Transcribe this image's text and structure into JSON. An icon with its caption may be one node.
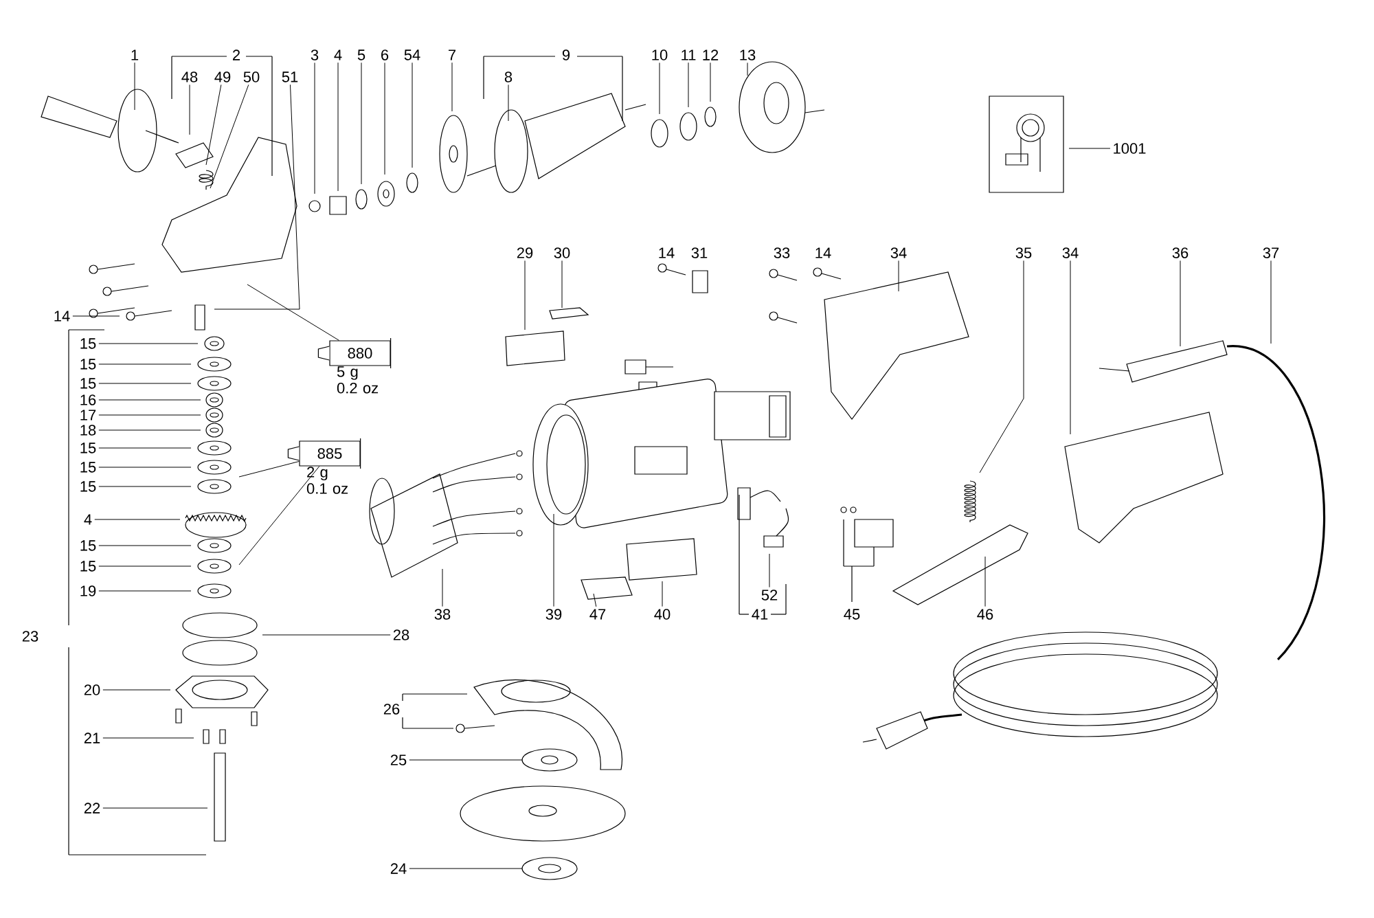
{
  "diagram": {
    "nodes": [
      {
        "text": [
          "1"
        ]
      },
      {
        "text": [
          "2"
        ]
      },
      {
        "text": [
          "3"
        ]
      },
      {
        "text": [
          "4"
        ]
      },
      {
        "text": [
          "5"
        ]
      },
      {
        "text": [
          "6"
        ]
      },
      {
        "text": [
          "54"
        ]
      },
      {
        "text": [
          "7"
        ]
      },
      {
        "text": [
          "9"
        ]
      },
      {
        "text": [
          "10"
        ]
      },
      {
        "text": [
          "11"
        ]
      },
      {
        "text": [
          "12"
        ]
      },
      {
        "text": [
          "13"
        ]
      },
      {
        "text": [
          "48"
        ]
      },
      {
        "text": [
          "49"
        ]
      },
      {
        "text": [
          "50"
        ]
      },
      {
        "text": [
          "51"
        ]
      },
      {
        "text": [
          "8"
        ]
      },
      {
        "text": [
          "1001"
        ]
      },
      {
        "text": [
          "29"
        ]
      },
      {
        "text": [
          "30"
        ]
      },
      {
        "text": [
          "14"
        ]
      },
      {
        "text": [
          "31"
        ]
      },
      {
        "text": [
          "33"
        ]
      },
      {
        "text": [
          "14"
        ]
      },
      {
        "text": [
          "34"
        ]
      },
      {
        "text": [
          "35"
        ]
      },
      {
        "text": [
          "34"
        ]
      },
      {
        "text": [
          "36"
        ]
      },
      {
        "text": [
          "37"
        ]
      },
      {
        "text": [
          "14"
        ]
      },
      {
        "text": [
          "880"
        ],
        "beside": [
          "5 g 0.2 oz"
        ]
      },
      {
        "text": [
          "15"
        ]
      },
      {
        "text": [
          "15"
        ]
      },
      {
        "text": [
          "15"
        ]
      },
      {
        "text": [
          "16"
        ]
      },
      {
        "text": [
          "17"
        ]
      },
      {
        "text": [
          "18"
        ]
      },
      {
        "text": [
          "15"
        ]
      },
      {
        "text": [
          "15"
        ]
      },
      {
        "text": [
          "15"
        ]
      },
      {
        "text": [
          "885"
        ],
        "beside": [
          "2 g 0.1 oz"
        ]
      },
      {
        "text": [
          "4"
        ]
      },
      {
        "text": [
          "15"
        ]
      },
      {
        "text": [
          "15"
        ]
      },
      {
        "text": [
          "19"
        ]
      },
      {
        "text": [
          "23"
        ]
      },
      {
        "text": [
          "28"
        ]
      },
      {
        "text": [
          "20"
        ]
      },
      {
        "text": [
          "21"
        ]
      },
      {
        "text": [
          "22"
        ]
      },
      {
        "text": [
          "38"
        ]
      },
      {
        "text": [
          "39"
        ]
      },
      {
        "text": [
          "47"
        ]
      },
      {
        "text": [
          "40"
        ]
      },
      {
        "text": [
          "52"
        ]
      },
      {
        "text": [
          "41"
        ]
      },
      {
        "text": [
          "45"
        ]
      },
      {
        "text": [
          "46"
        ]
      },
      {
        "text": [
          "26"
        ]
      },
      {
        "text": [
          "25"
        ]
      },
      {
        "text": [
          "24"
        ]
      }
    ],
    "edges": [
      {
        "from": 0,
        "to": null,
        "arrow": "none"
      },
      {
        "from": 2,
        "to": null,
        "arrow": "none"
      },
      {
        "from": 3,
        "to": null,
        "arrow": "none"
      },
      {
        "from": 4,
        "to": null,
        "arrow": "none"
      },
      {
        "from": 5,
        "to": null,
        "arrow": "none"
      },
      {
        "from": 6,
        "to": null,
        "arrow": "none"
      },
      {
        "from": 7,
        "to": null,
        "arrow": "none"
      },
      {
        "from": 9,
        "to": null,
        "arrow": "none"
      },
      {
        "from": 10,
        "to": null,
        "arrow": "none"
      },
      {
        "from": 11,
        "to": null,
        "arrow": "none"
      },
      {
        "from": 12,
        "to": null,
        "arrow": "none"
      },
      {
        "from": 13,
        "to": null,
        "arrow": "none"
      },
      {
        "from": 14,
        "to": null,
        "arrow": "none"
      },
      {
        "from": 15,
        "to": null,
        "arrow": "none"
      },
      {
        "from": 16,
        "to": null,
        "arrow": "none"
      },
      {
        "from": 17,
        "to": null,
        "arrow": "none"
      },
      {
        "from": 18,
        "to": null,
        "arrow": "none"
      },
      {
        "from": 19,
        "to": null,
        "arrow": "none"
      },
      {
        "from": 20,
        "to": null,
        "arrow": "none"
      },
      {
        "from": 25,
        "to": null,
        "arrow": "none"
      },
      {
        "from": 26,
        "to": null,
        "arrow": "none"
      },
      {
        "from": 27,
        "to": null,
        "arrow": "none"
      },
      {
        "from": 28,
        "to": null,
        "arrow": "none"
      },
      {
        "from": 29,
        "to": null,
        "arrow": "none"
      },
      {
        "from": 30,
        "to": null,
        "arrow": "none"
      },
      {
        "from": 31,
        "to": null,
        "arrow": "none"
      },
      {
        "from": 32,
        "to": null,
        "arrow": "none"
      },
      {
        "from": 33,
        "to": null,
        "arrow": "none"
      },
      {
        "from": 34,
        "to": null,
        "arrow": "none"
      },
      {
        "from": 35,
        "to": null,
        "arrow": "none"
      },
      {
        "from": 36,
        "to": null,
        "arrow": "none"
      },
      {
        "from": 37,
        "to": null,
        "arrow": "none"
      },
      {
        "from": 38,
        "to": null,
        "arrow": "none"
      },
      {
        "from": 39,
        "to": null,
        "arrow": "none"
      },
      {
        "from": 40,
        "to": null,
        "arrow": "none"
      },
      {
        "from": 41,
        "to": null,
        "arrow": "none"
      },
      {
        "from": 41,
        "to": null,
        "arrow": "none"
      },
      {
        "from": 42,
        "to": null,
        "arrow": "none"
      },
      {
        "from": 43,
        "to": null,
        "arrow": "none"
      },
      {
        "from": 44,
        "to": null,
        "arrow": "none"
      },
      {
        "from": 45,
        "to": null,
        "arrow": "none"
      },
      {
        "from": 47,
        "to": null,
        "arrow": "none"
      },
      {
        "from": 48,
        "to": null,
        "arrow": "none"
      },
      {
        "from": 49,
        "to": null,
        "arrow": "none"
      },
      {
        "from": 50,
        "to": null,
        "arrow": "none"
      },
      {
        "from": 51,
        "to": null,
        "arrow": "none"
      },
      {
        "from": 52,
        "to": null,
        "arrow": "none"
      },
      {
        "from": 53,
        "to": null,
        "arrow": "none"
      },
      {
        "from": 54,
        "to": null,
        "arrow": "none"
      },
      {
        "from": 55,
        "to": null,
        "arrow": "none"
      },
      {
        "from": 58,
        "to": null,
        "arrow": "none"
      },
      {
        "from": 60,
        "to": null,
        "arrow": "none"
      },
      {
        "from": 61,
        "to": null,
        "arrow": "none"
      }
    ]
  }
}
